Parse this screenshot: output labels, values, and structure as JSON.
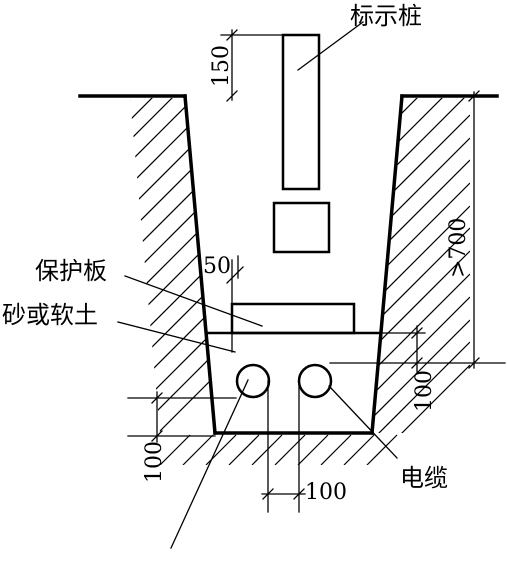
{
  "labels": {
    "marker_post": "标示桩",
    "protective_board": "保护板",
    "sand_or_soft_soil": "砂或软土",
    "cable": "电缆"
  },
  "dimensions": {
    "post_above_ground": "150",
    "trench_depth": ">700",
    "board_clearance": "50",
    "cover_above_cables": "100",
    "bedding_below_cables": "100",
    "cable_spacing": "100"
  }
}
